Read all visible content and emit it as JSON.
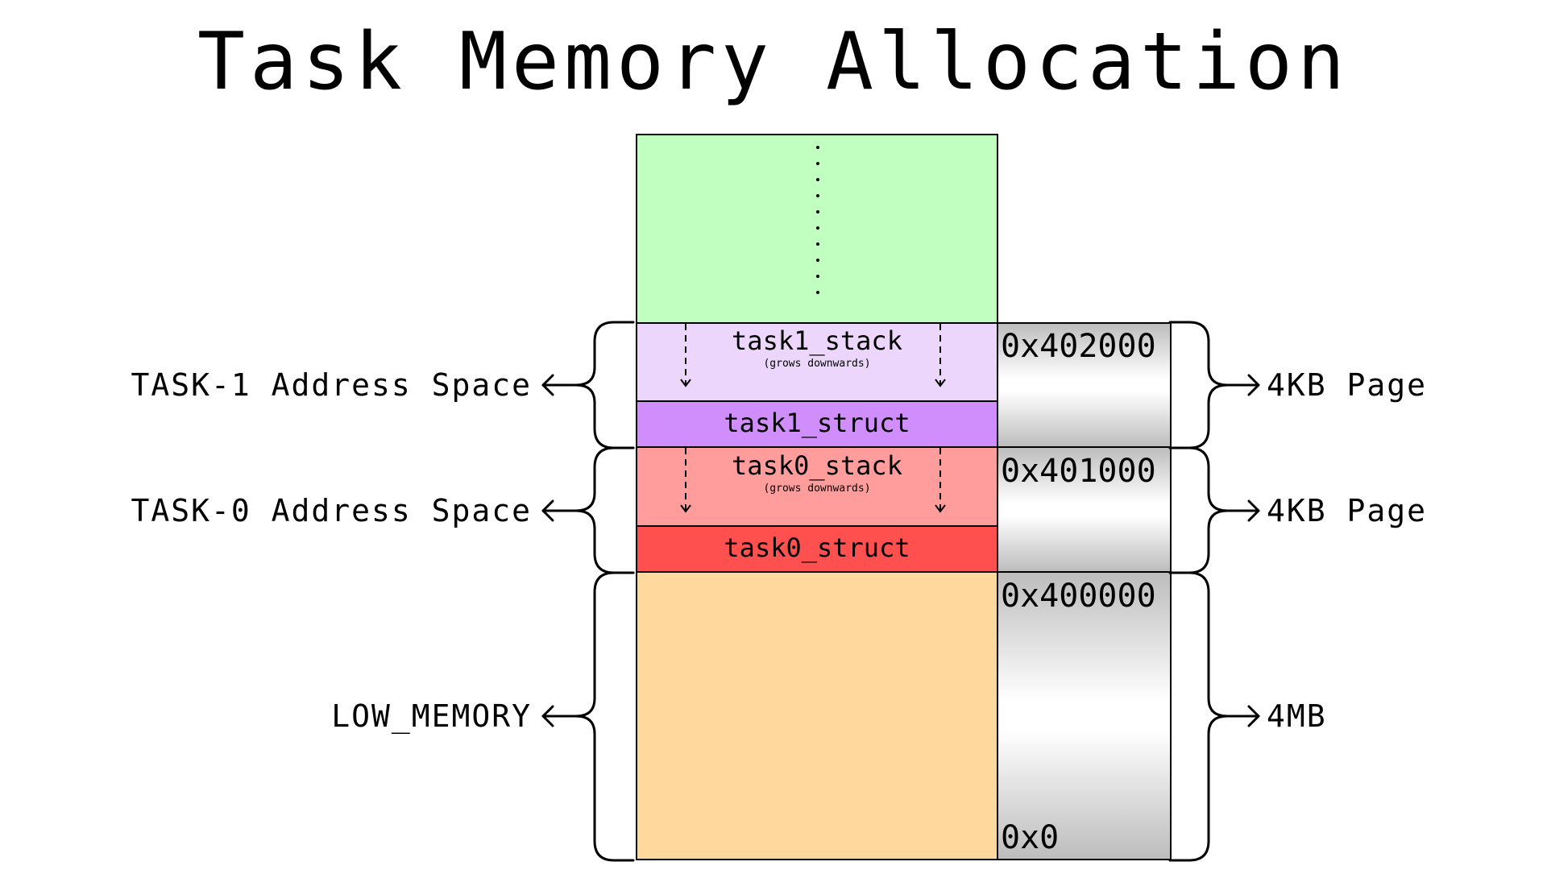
{
  "title": "Task Memory Allocation",
  "segments": {
    "upper": {
      "color": "#c0ffc0"
    },
    "task1_stack": {
      "label": "task1_stack",
      "note": "(grows downwards)",
      "color": "#edd6fc"
    },
    "task1_struct": {
      "label": "task1_struct",
      "color": "#d08dfc"
    },
    "task0_stack": {
      "label": "task0_stack",
      "note": "(grows downwards)",
      "color": "#ff9d9d"
    },
    "task0_struct": {
      "label": "task0_struct",
      "color": "#ff5050"
    },
    "low_memory": {
      "color": "#ffd89d"
    }
  },
  "addresses": {
    "a402000": "0x402000",
    "a401000": "0x401000",
    "a400000": "0x400000",
    "a0": "0x0"
  },
  "left_labels": {
    "task1": "TASK-1 Address Space",
    "task0": "TASK-0 Address Space",
    "low": "LOW_MEMORY"
  },
  "right_labels": {
    "task1": "4KB Page",
    "task0": "4KB Page",
    "low": "4MB"
  }
}
